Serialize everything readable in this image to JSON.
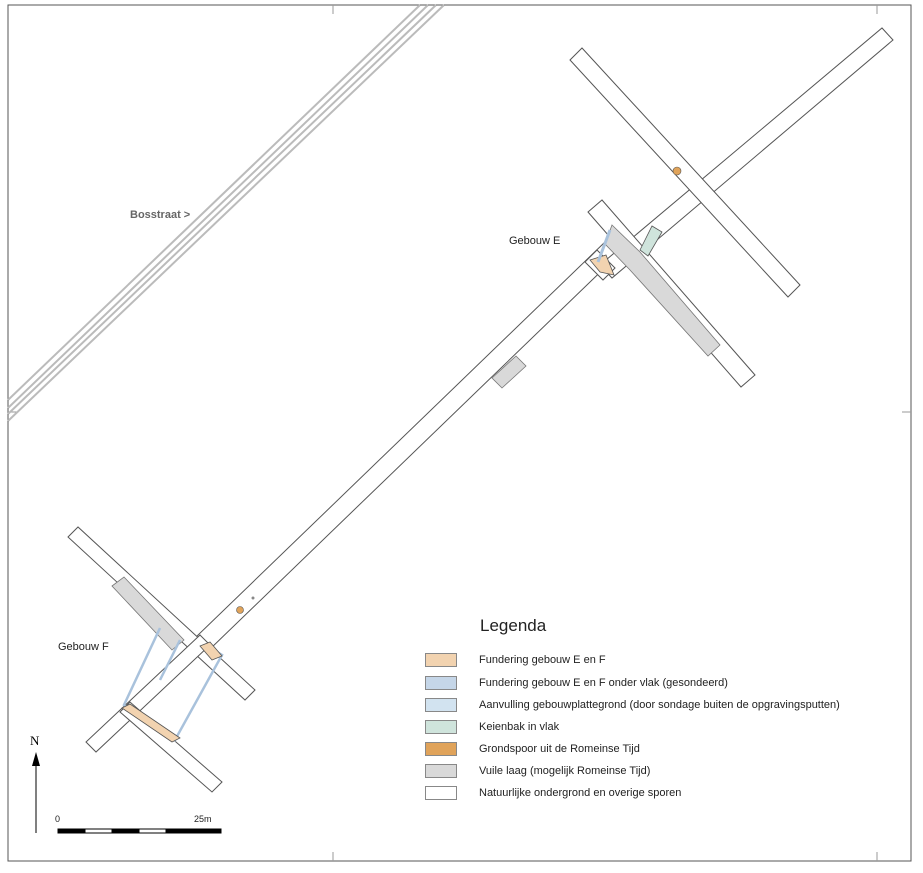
{
  "labels": {
    "street": "Bosstraat >",
    "building_e": "Gebouw E",
    "building_f": "Gebouw F",
    "north": "N"
  },
  "scale": {
    "start": "0",
    "end": "25m"
  },
  "legend": {
    "title": "Legenda",
    "items": [
      {
        "label": "Fundering gebouw E en F",
        "color": "#f2d3b0"
      },
      {
        "label": "Fundering gebouw E en F onder vlak (gesondeerd)",
        "color": "#c5d6e8"
      },
      {
        "label": "Aanvulling gebouwplattegrond (door sondage buiten de opgravingsputten)",
        "color": "#d2e3f0"
      },
      {
        "label": "Keienbak in vlak",
        "color": "#cfe4dc"
      },
      {
        "label": "Grondspoor uit de Romeinse Tijd",
        "color": "#e0a35a"
      },
      {
        "label": "Vuile laag (mogelijk Romeinse Tijd)",
        "color": "#d9d9d9"
      },
      {
        "label": "Natuurlijke ondergrond en overige sporen",
        "color": "#ffffff"
      }
    ]
  },
  "colors": {
    "trench_outline": "#555555",
    "road": "#bbbbbb",
    "frame": "#555555"
  }
}
